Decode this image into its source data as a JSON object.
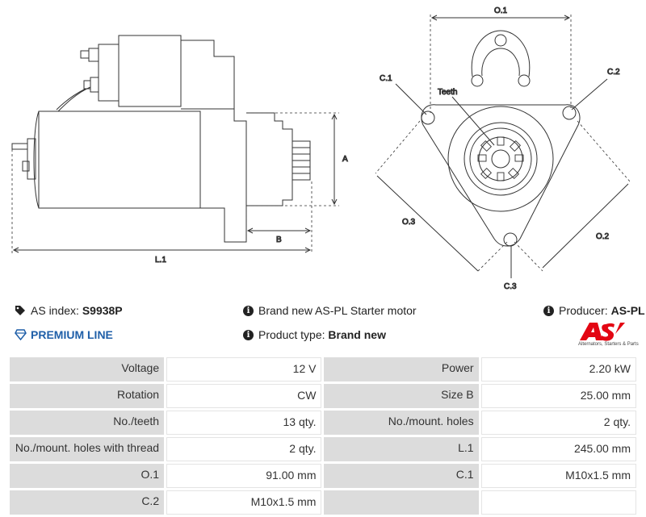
{
  "drawing": {
    "dim_A": "A",
    "dim_B": "B",
    "dim_L1": "L.1",
    "dim_O1": "O.1",
    "dim_O2": "O.2",
    "dim_O3": "O.3",
    "dim_C1": "C.1",
    "dim_C2": "C.2",
    "dim_C3": "C.3",
    "label_teeth": "Teeth"
  },
  "info": {
    "index_label": "AS index:",
    "index_value": "S9938P",
    "premium": "PREMIUM LINE",
    "brand_text": "Brand new AS-PL Starter motor",
    "type_label": "Product type:",
    "type_value": "Brand new",
    "producer_label": "Producer:",
    "producer_value": "AS-PL",
    "logo_text": "AS",
    "logo_sub": "Alternators, Starters & Parts"
  },
  "specs": [
    {
      "l1": "Voltage",
      "v1": "12 V",
      "l2": "Power",
      "v2": "2.20 kW"
    },
    {
      "l1": "Rotation",
      "v1": "CW",
      "l2": "Size B",
      "v2": "25.00 mm"
    },
    {
      "l1": "No./teeth",
      "v1": "13 qty.",
      "l2": "No./mount. holes",
      "v2": "2 qty."
    },
    {
      "l1": "No./mount. holes with thread",
      "v1": "2 qty.",
      "l2": "L.1",
      "v2": "245.00 mm"
    },
    {
      "l1": "O.1",
      "v1": "91.00 mm",
      "l2": "C.1",
      "v2": "M10x1.5 mm"
    },
    {
      "l1": "C.2",
      "v1": "M10x1.5 mm",
      "l2": "",
      "v2": ""
    }
  ],
  "colors": {
    "accent": "#1f5fa8",
    "logo_red": "#e30613",
    "label_bg": "#dcdcdc"
  }
}
